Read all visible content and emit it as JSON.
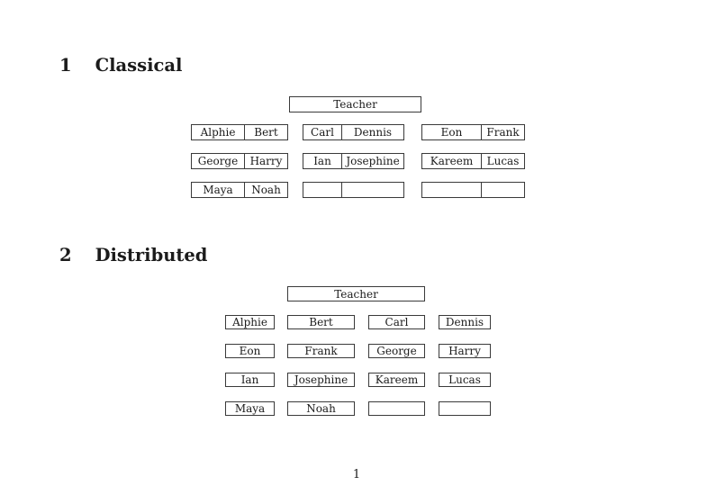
{
  "document": {
    "page_number": "1"
  },
  "sections": [
    {
      "number": "1",
      "title": "Classical",
      "teacher_label": "Teacher",
      "desks": [
        [
          [
            "Alphie",
            "Bert"
          ],
          [
            "Carl",
            "Dennis"
          ],
          [
            "Eon",
            "Frank"
          ]
        ],
        [
          [
            "George",
            "Harry"
          ],
          [
            "Ian",
            "Josephine"
          ],
          [
            "Kareem",
            "Lucas"
          ]
        ],
        [
          [
            "Maya",
            "Noah"
          ],
          [
            "",
            ""
          ],
          [
            "",
            ""
          ]
        ]
      ]
    },
    {
      "number": "2",
      "title": "Distributed",
      "teacher_label": "Teacher",
      "seats": [
        [
          "Alphie",
          "Bert",
          "Carl",
          "Dennis"
        ],
        [
          "Eon",
          "Frank",
          "George",
          "Harry"
        ],
        [
          "Ian",
          "Josephine",
          "Kareem",
          "Lucas"
        ],
        [
          "Maya",
          "Noah",
          "",
          ""
        ]
      ]
    }
  ]
}
